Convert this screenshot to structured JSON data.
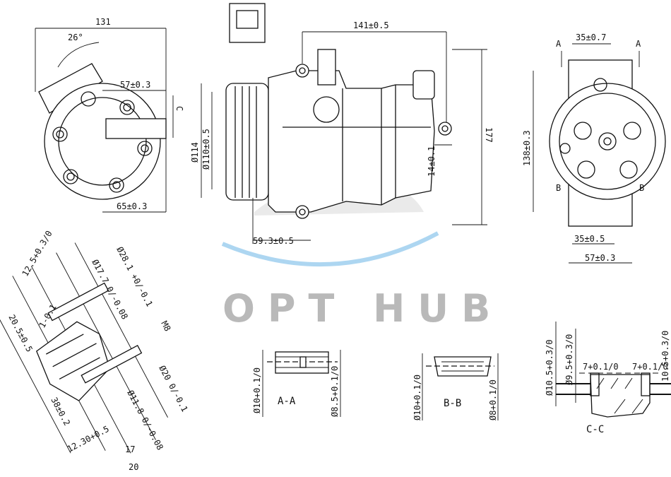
{
  "watermark": {
    "text": "OPT HUB",
    "color": "#b9b9b9",
    "swoosh_color": "#4aa3e0"
  },
  "side_view": {
    "width": "131",
    "angle": "26°",
    "offset_top": "57±0.3",
    "offset_bottom": "65±0.3",
    "section_mark": "C"
  },
  "front_view": {
    "length": "141±0.5",
    "height": "177",
    "pulley_dia": "Ø114",
    "pulley_inner": "Ø110±0.5",
    "mount_offset": "14±0.1",
    "pulley_offset": "59.3±0.5"
  },
  "rear_view": {
    "section_a_left": "A",
    "section_a_right": "A",
    "top_width": "35±0.7",
    "height": "138±0.3",
    "section_b_left": "B",
    "section_b_right": "B",
    "bottom_width_1": "35±0.5",
    "bottom_width_2": "57±0.3"
  },
  "port_detail": {
    "d1": "12.5+0.3/0",
    "d2": "Ø17.7 0/-0.08",
    "d3": "Ø28.1 +0/-0.1",
    "d4": "1-0.1",
    "d5": "20.5±0.5",
    "thread": "M8",
    "d6": "Ø20 0/-0.1",
    "d7": "Ø11.8 0/-0.08",
    "d8": "38±0.2",
    "d9": "12.30+0.5",
    "d10": "17",
    "d11": "20"
  },
  "section_aa": {
    "left_dim": "Ø10+0.1/0",
    "right_dim": "Ø8.5+0.1/0",
    "label": "A-A"
  },
  "section_bb": {
    "left_dim": "Ø10+0.1/0",
    "right_dim": "Ø8+0.1/0",
    "label": "B-B"
  },
  "section_cc": {
    "dim_1": "Ø10.5+0.3/0",
    "dim_2": "Ø9.5+0.3/0",
    "dim_3": "7+0.1/0",
    "dim_4": "7+0.1/0",
    "dim_5": "10.5+0.3/0",
    "label": "C-C"
  }
}
